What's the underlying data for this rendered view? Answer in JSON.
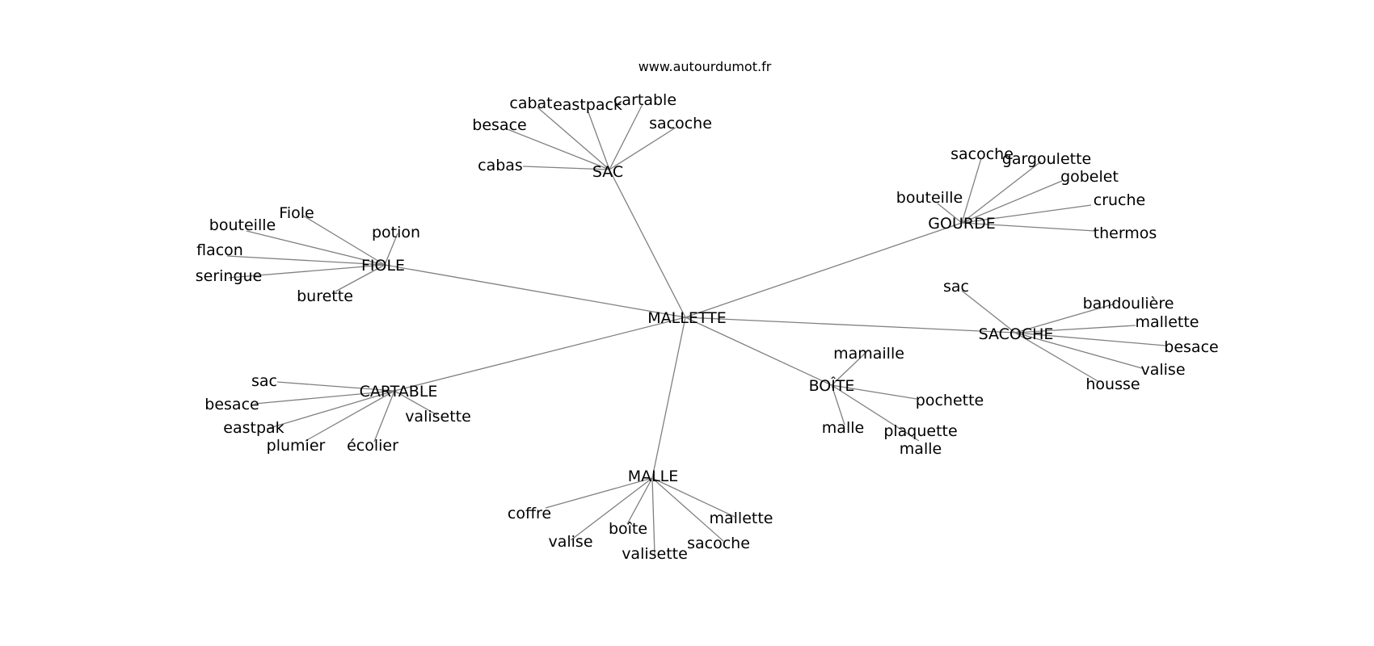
{
  "site_url": "www.autourdumot.fr",
  "center": "MALLETTE",
  "clusters": [
    {
      "hub": "SAC",
      "words": [
        "cabat",
        "eastpack",
        "cartable",
        "sacoche",
        "besace",
        "cabas"
      ]
    },
    {
      "hub": "GOURDE",
      "words": [
        "sacoche",
        "gargoulette",
        "gobelet",
        "bouteille",
        "cruche",
        "thermos"
      ]
    },
    {
      "hub": "FIOLE",
      "words": [
        "Fiole",
        "bouteille",
        "potion",
        "flacon",
        "seringue",
        "burette"
      ]
    },
    {
      "hub": "SACOCHE",
      "words": [
        "sac",
        "bandoulière",
        "mallette",
        "besace",
        "valise",
        "housse"
      ]
    },
    {
      "hub": "BOÎTE",
      "words": [
        "mamaille",
        "pochette",
        "malle",
        "plaquette malle"
      ]
    },
    {
      "hub": "CARTABLE",
      "words": [
        "sac",
        "besace",
        "valisette",
        "eastpak",
        "plumier",
        "écolier"
      ]
    },
    {
      "hub": "MALLE",
      "words": [
        "coffre",
        "mallette",
        "boîte",
        "valise",
        "sacoche",
        "valisette"
      ]
    }
  ]
}
